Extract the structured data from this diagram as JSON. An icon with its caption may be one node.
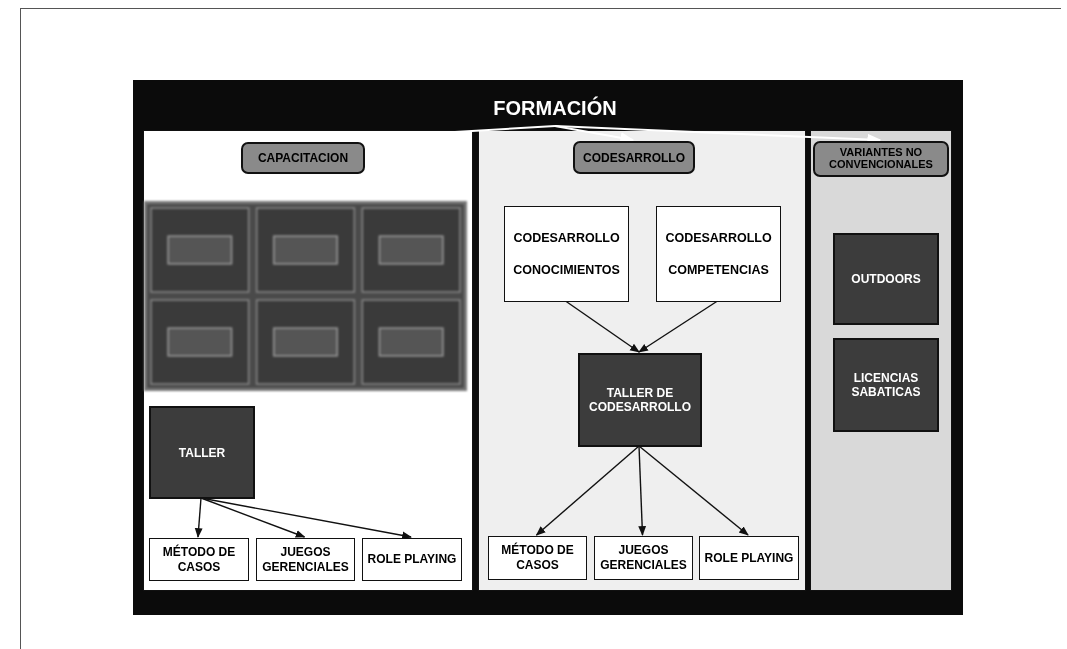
{
  "diagram": {
    "nodes": [
      {
        "text": [
          "FORMACIÓN"
        ]
      },
      {
        "text": [],
        "shape": "box"
      },
      {
        "text": [
          "CAPACITACION"
        ],
        "in": 1
      },
      {
        "text": [],
        "shape": "picture",
        "in": 1
      },
      {
        "text": [
          "TALLER"
        ],
        "in": 1
      },
      {
        "text": [
          "MÉTODO DE CASOS"
        ],
        "in": 1
      },
      {
        "text": [
          "JUEGOS GERENCIALES"
        ],
        "in": 1
      },
      {
        "text": [
          "ROLE PLAYING"
        ],
        "in": 1
      },
      {
        "text": [],
        "shape": "box"
      },
      {
        "text": [
          "CODESARROLLO"
        ],
        "in": 8
      },
      {
        "text": [
          "CODESARROLLO CONOCIMIENTOS"
        ],
        "in": 8
      },
      {
        "text": [
          "CODESARROLLO COMPETENCIAS"
        ],
        "in": 8
      },
      {
        "text": [
          "TALLER DE CODESARROLLO"
        ],
        "in": 8
      },
      {
        "text": [
          "MÉTODO DE CASOS"
        ],
        "in": 8
      },
      {
        "text": [
          "JUEGOS GERENCIALES"
        ],
        "in": 8
      },
      {
        "text": [
          "ROLE PLAYING"
        ],
        "in": 8
      },
      {
        "text": [],
        "shape": "box"
      },
      {
        "text": [
          "VARIANTES NO CONVENCIONALES"
        ],
        "in": 16
      },
      {
        "text": [
          "OUTDOORS"
        ],
        "in": 16
      },
      {
        "text": [
          "LICENCIAS SABATICAS"
        ],
        "in": 16
      }
    ],
    "edges": [
      {
        "from": 0,
        "to": 2,
        "arrow": "to",
        "color": "#ffffff"
      },
      {
        "from": 0,
        "to": 9,
        "arrow": "to",
        "color": "#ffffff"
      },
      {
        "from": 0,
        "to": 17,
        "arrow": "to",
        "color": "#ffffff"
      },
      {
        "from": 4,
        "to": 5,
        "arrow": "to"
      },
      {
        "from": 4,
        "to": 6,
        "arrow": "to"
      },
      {
        "from": 4,
        "to": 7,
        "arrow": "to"
      },
      {
        "from": 10,
        "to": 12,
        "arrow": "to"
      },
      {
        "from": 11,
        "to": 12,
        "arrow": "to"
      },
      {
        "from": 12,
        "to": 13,
        "arrow": "to"
      },
      {
        "from": 12,
        "to": 14,
        "arrow": "to"
      },
      {
        "from": 12,
        "to": 15,
        "arrow": "to"
      }
    ]
  }
}
